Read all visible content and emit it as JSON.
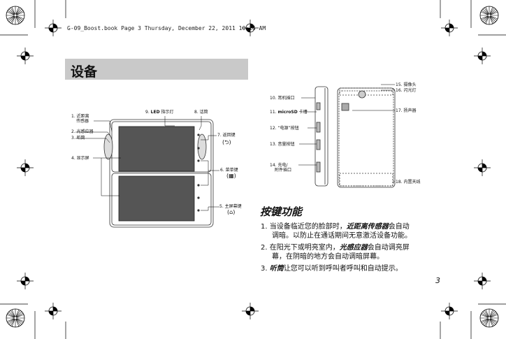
{
  "header": {
    "text": "G-09_Boost.book  Page 3  Thursday, December 22, 2011  10:16 AM"
  },
  "title": "设备",
  "front_labels": {
    "l1a": "1. 近距离",
    "l1b": "传感器",
    "l2": "2. 光感应器",
    "l3": "3. 听筒",
    "l4": "4. 显示屏",
    "l9_num": "9. ",
    "l9_bold": "LED",
    "l9_rest": " 指示灯",
    "l8": "8. 话筒",
    "l7": "7. 返回键",
    "l6": "6. 菜单键",
    "l5": "5. 主屏幕键"
  },
  "side_labels": {
    "l10": "10. 耳机插口",
    "l11_num": "11. ",
    "l11_bold": "microSD",
    "l11_rest": " 卡槽",
    "l12": "12. “电源”按钮",
    "l13": "13. 音量按钮",
    "l14a": "14. 充电/",
    "l14b": "附件插口",
    "l15": "15. 摄像头",
    "l16": "16. 闪光灯",
    "l17": "17. 扬声器",
    "l18": "18. 内置天线"
  },
  "section_title": "按键功能",
  "items": [
    {
      "num": "1.",
      "pre": "当设备临近您的脸部时，",
      "em": "近距离传感器",
      "post": "会自动",
      "line2": "调暗。以防止在通话期间无意激活设备功能。"
    },
    {
      "num": "2.",
      "pre": "在阳光下或明亮室内，",
      "em": "光感应器",
      "post": "会自动调亮屏",
      "line2": "幕，在阴暗的地方会自动调暗屏幕。"
    },
    {
      "num": "3.",
      "pre": "",
      "em": "听筒",
      "post": "让您可以听到呼叫者呼叫和自动提示。",
      "line2": ""
    }
  ],
  "page_number": "3"
}
